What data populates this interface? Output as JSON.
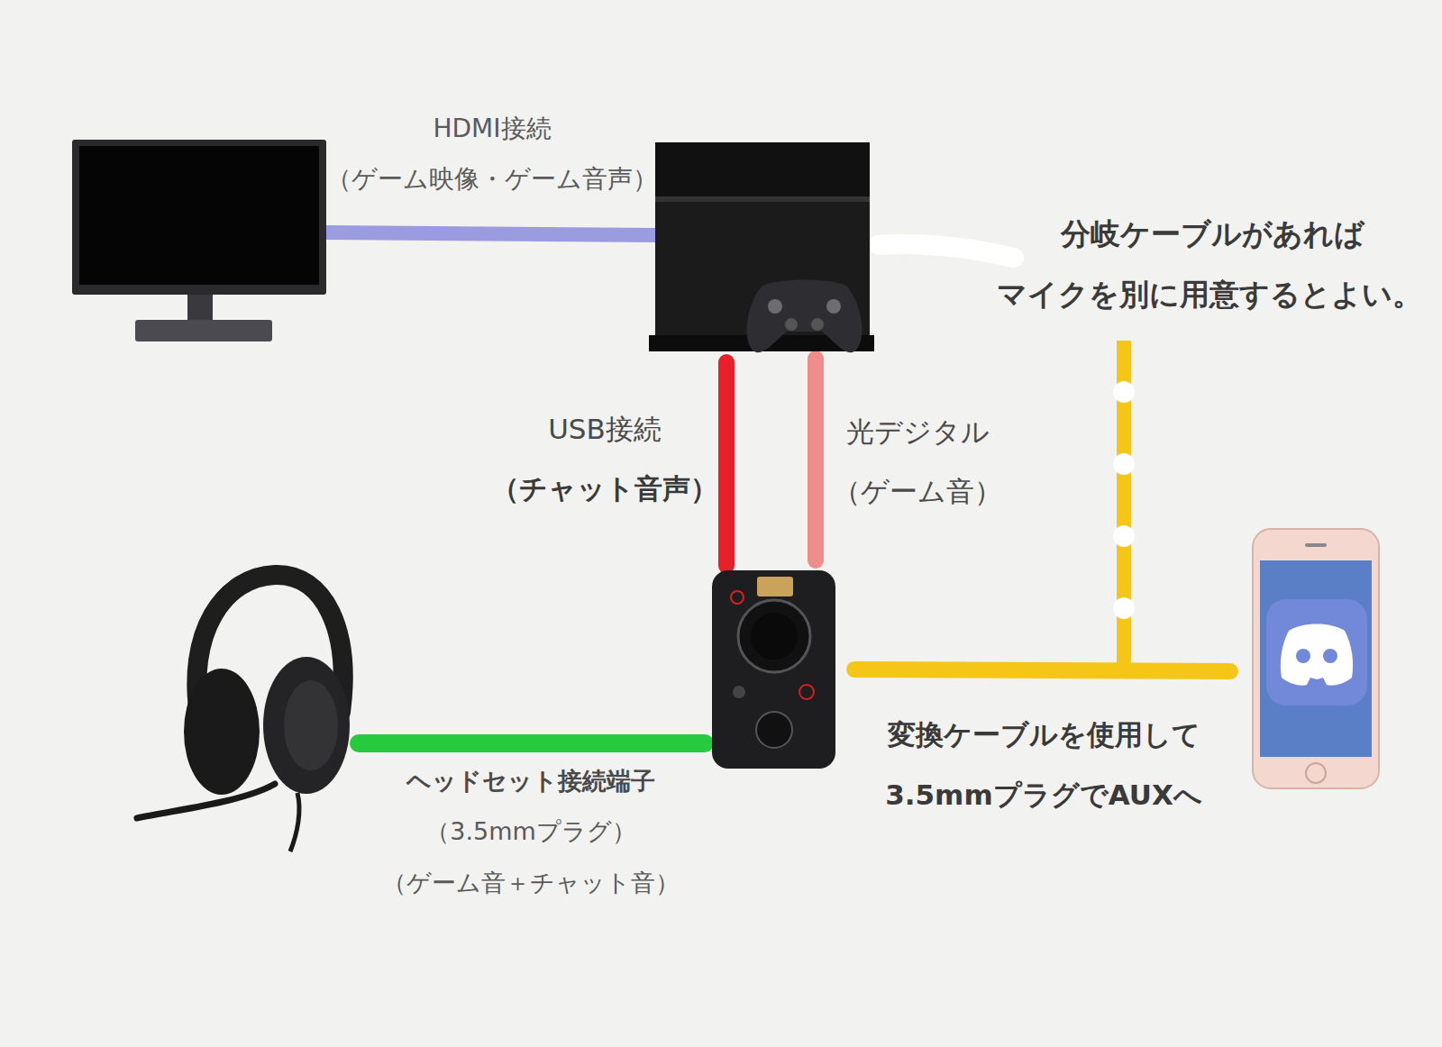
{
  "diagram": {
    "labels": [
      "HDMI接続",
      "（ゲーム映像・ゲーム音声）",
      "分岐ケーブルがあれば",
      "マイクを別に用意するとよい。",
      "USB接続",
      "（チャット音声）",
      "光デジタル",
      "（ゲーム音）",
      "ヘッドセット接続端子",
      "（3.5mmプラグ）",
      "（ゲーム音＋チャット音）",
      "変換ケーブルを使用して",
      "3.5mmプラグでAUXへ"
    ]
  }
}
